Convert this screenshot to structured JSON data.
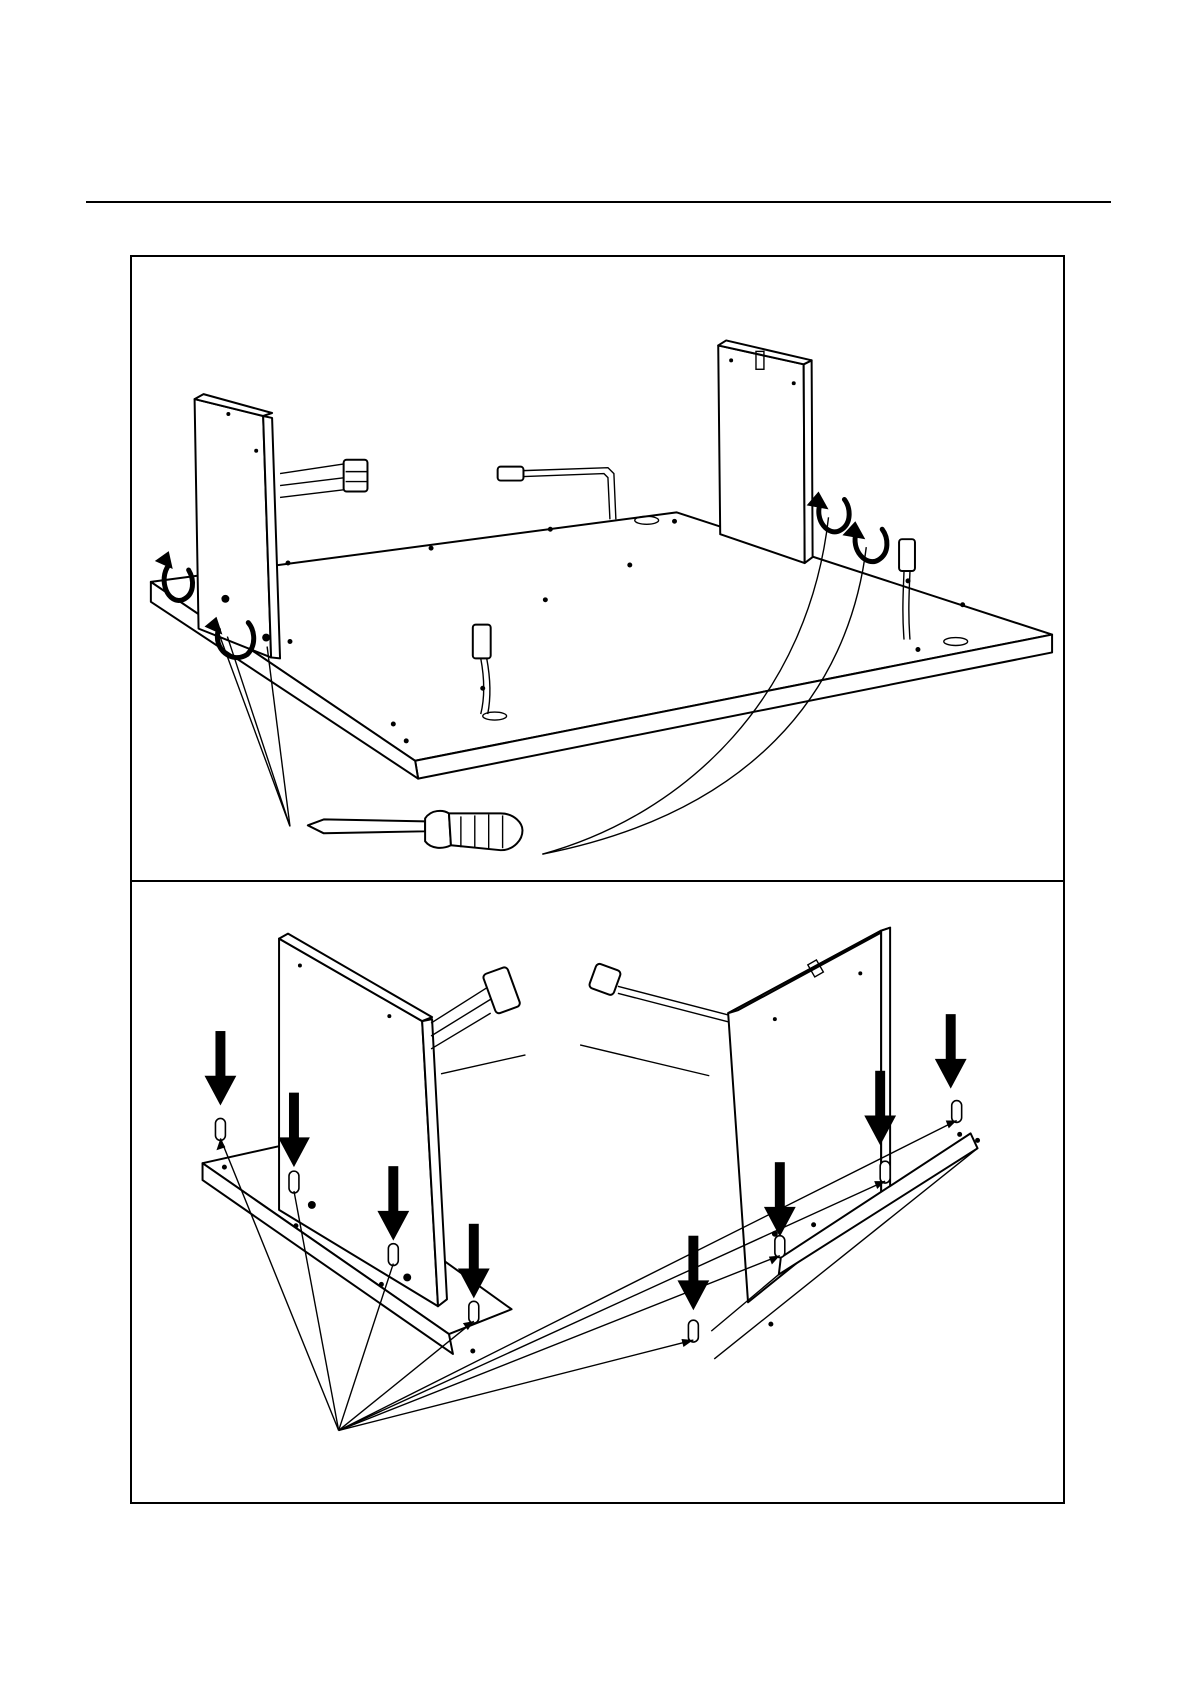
{
  "page": {
    "header_rule": true
  },
  "panels": [
    {
      "id": "step-top",
      "content": "diagram"
    },
    {
      "id": "step-bottom",
      "content": "diagram"
    }
  ],
  "icons": [
    "screwdriver-icon",
    "curved-arrow-icon",
    "down-arrow-icon",
    "wood-dowel-icon",
    "connector-plug-icon"
  ],
  "colors": {
    "ink": "#000000",
    "paper": "#ffffff"
  }
}
